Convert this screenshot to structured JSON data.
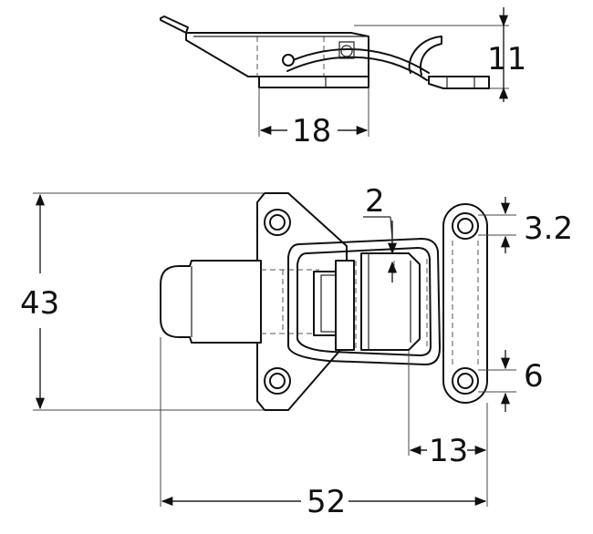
{
  "drawing": {
    "dimensions": {
      "side_height": "11",
      "side_width": "18",
      "overall_height": "43",
      "material_thickness": "2",
      "hole_diameter_small": "3.2",
      "hole_diameter_large": "6",
      "keeper_width": "13",
      "overall_length": "52"
    }
  }
}
